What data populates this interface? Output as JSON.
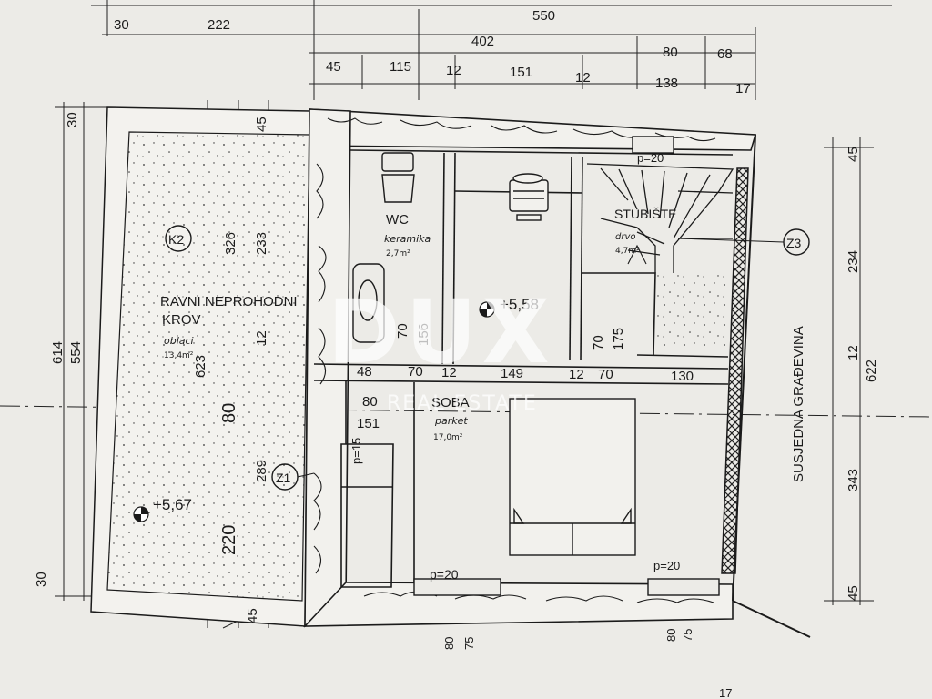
{
  "dimensions": {
    "top_row1": [
      "30",
      "222",
      "550"
    ],
    "top_row2": [
      "402",
      "80",
      "68"
    ],
    "top_row3": [
      "45",
      "115",
      "12",
      "151",
      "12",
      "138",
      "17"
    ],
    "left_outer": [
      "614",
      "554",
      "30",
      "30"
    ],
    "left_inner": [
      "45",
      "326",
      "233",
      "12",
      "623",
      "80",
      "289",
      "220",
      "45"
    ],
    "right_side": [
      "45",
      "234",
      "12",
      "622",
      "343",
      "45"
    ],
    "middle_row": [
      "48",
      "70",
      "12",
      "149",
      "12",
      "70",
      "130"
    ],
    "soba_left": [
      "80",
      "151"
    ],
    "vertical_inner": [
      "70",
      "156",
      "70",
      "175",
      "80",
      "75",
      "80",
      "75"
    ],
    "sills": [
      "p=20",
      "p=15",
      "p=20",
      "p=20"
    ],
    "bottom_right": "17"
  },
  "rooms": {
    "wc_name": "WC",
    "wc_floor": "keramika",
    "wc_area": "2,7m²",
    "stair_name": "STUBIŠTE",
    "stair_floor": "drvo",
    "stair_area": "4,7m²",
    "soba_name": "SOBA",
    "soba_floor": "parket",
    "soba_area": "17,0m²",
    "roof_line1": "RAVNI NEPROHODNI",
    "roof_line2": "KROV",
    "roof_floor": "oblaci",
    "roof_area": "13,4m²"
  },
  "levels": {
    "upper": "+5,58",
    "roof": "+5,67"
  },
  "tags": [
    "K2",
    "Z1",
    "Z3"
  ],
  "neighbor_label": "SUSJEDNA GRAĐEVINA",
  "watermark": {
    "brand": "DUX",
    "sub": "REAL ESTATE"
  }
}
